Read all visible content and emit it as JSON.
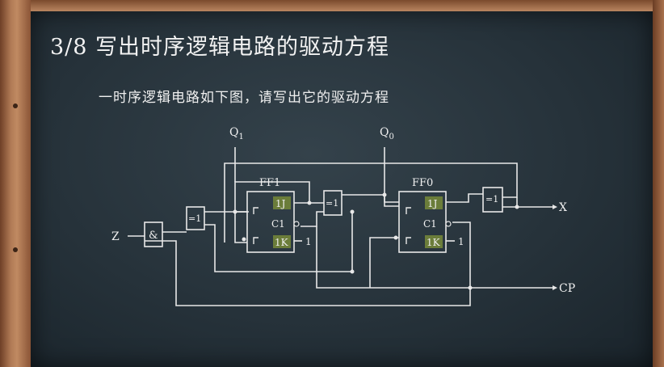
{
  "slide": {
    "title": "3/8  写出时序逻辑电路的驱动方程",
    "subtitle": "一时序逻辑电路如下图，请写出它的驱动方程"
  },
  "circuit": {
    "input_z": "Z",
    "output_x": "X",
    "clock_cp": "CP",
    "q1_main": "Q",
    "q1_sub": "1",
    "q0_main": "Q",
    "q0_sub": "0",
    "gate_and": "&",
    "gate_xor_a": "=1",
    "gate_xor_b": "=1",
    "gate_xor_c": "=1",
    "ff1": {
      "name": "FF1",
      "j": "1J",
      "c": "C1",
      "k": "1K",
      "k_const": "1"
    },
    "ff0": {
      "name": "FF0",
      "j": "1J",
      "c": "C1",
      "k": "1K",
      "k_const": "1"
    }
  }
}
